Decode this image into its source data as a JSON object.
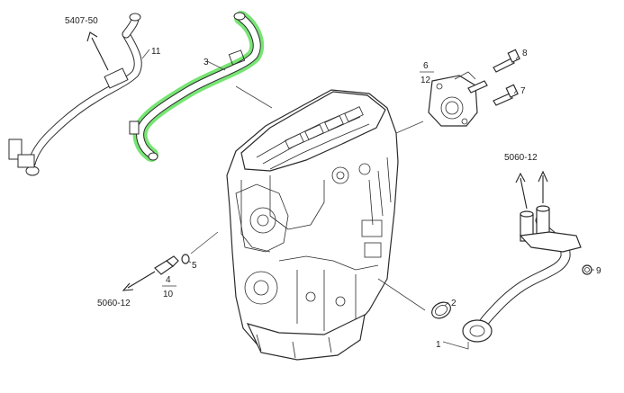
{
  "labels": {
    "ref_5407_50": "5407-50",
    "item_11": "11",
    "item_3": "3",
    "item_8": "8",
    "item_6": "6",
    "item_12": "12",
    "item_7": "7",
    "ref_5060_12_right": "5060-12",
    "item_9": "9",
    "item_2": "2",
    "item_1": "1",
    "item_5": "5",
    "item_4": "4",
    "item_10": "10",
    "ref_5060_12_left": "5060-12"
  },
  "colors": {
    "highlight": "#5fe05a",
    "line": "#2b2b2b"
  }
}
